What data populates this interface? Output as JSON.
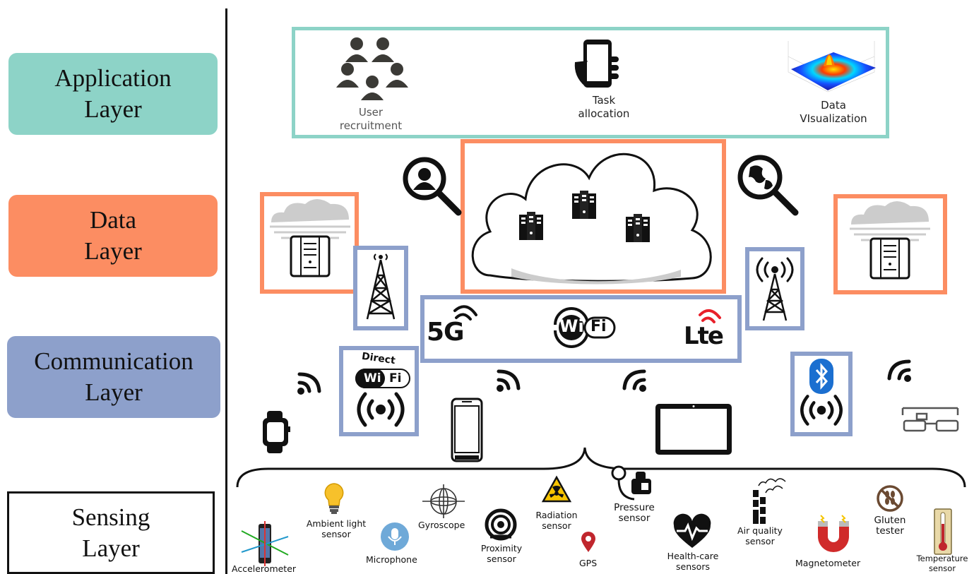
{
  "layers": {
    "application": "Application Layer",
    "application_l1": "Application",
    "application_l2": "Layer",
    "data_l1": "Data",
    "data_l2": "Layer",
    "communication_l1": "Communication",
    "communication_l2": "Layer",
    "sensing_l1": "Sensing",
    "sensing_l2": "Layer"
  },
  "application": {
    "user_recruitment_l1": "User",
    "user_recruitment_l2": "recruitment",
    "task_allocation_l1": "Task",
    "task_allocation_l2": "allocation",
    "data_visualization_l1": "Data",
    "data_visualization_l2": "VIsualization"
  },
  "communication": {
    "fiveg": "5G",
    "wifi_a": "Wi",
    "wifi_b": "Fi",
    "lte": "Lte",
    "direct": "Direct",
    "direct_wi": "Wi",
    "direct_fi": "Fi"
  },
  "sensors": {
    "accelerometer": "Accelerometer",
    "ambient_l1": "Ambient light",
    "ambient_l2": "sensor",
    "microphone": "Microphone",
    "gyroscope": "Gyroscope",
    "proximity_l1": "Proximity",
    "proximity_l2": "sensor",
    "radiation_l1": "Radiation",
    "radiation_l2": "sensor",
    "gps": "GPS",
    "pressure_l1": "Pressure",
    "pressure_l2": "sensor",
    "healthcare_l1": "Health-care",
    "healthcare_l2": "sensors",
    "airquality_l1": "Air quality",
    "airquality_l2": "sensor",
    "magnetometer": "Magnetometer",
    "gluten_l1": "Gluten",
    "gluten_l2": "tester",
    "temperature_l1": "Temperature",
    "temperature_l2": "sensor"
  },
  "colors": {
    "application": "#8dd3c7",
    "data": "#fc8d62",
    "communication": "#8da0cb",
    "sensing_border": "#111111"
  }
}
